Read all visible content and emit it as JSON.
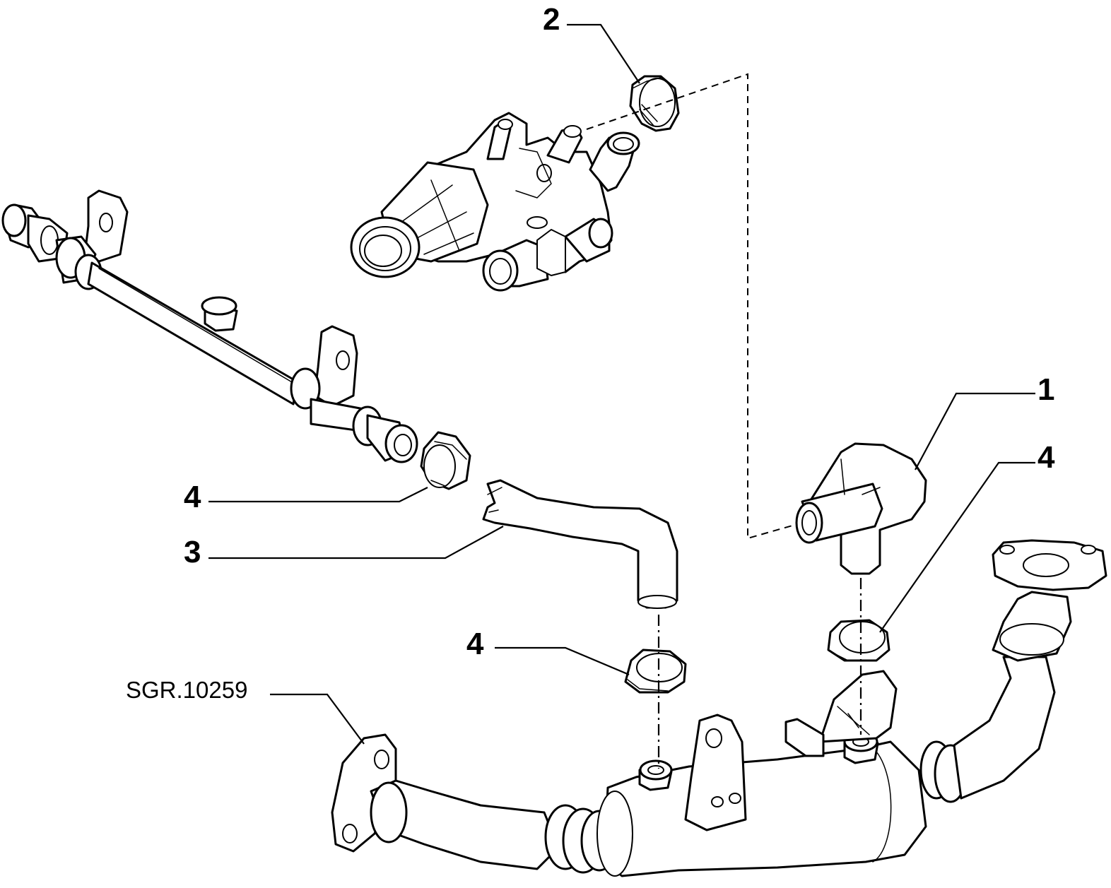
{
  "diagram": {
    "drawing_code": "SGR.10259",
    "callouts": [
      {
        "id": "callout-2-top",
        "label": "2"
      },
      {
        "id": "callout-1",
        "label": "1"
      },
      {
        "id": "callout-4-right",
        "label": "4"
      },
      {
        "id": "callout-4-left",
        "label": "4"
      },
      {
        "id": "callout-3",
        "label": "3"
      },
      {
        "id": "callout-4-bottom",
        "label": "4"
      }
    ]
  }
}
